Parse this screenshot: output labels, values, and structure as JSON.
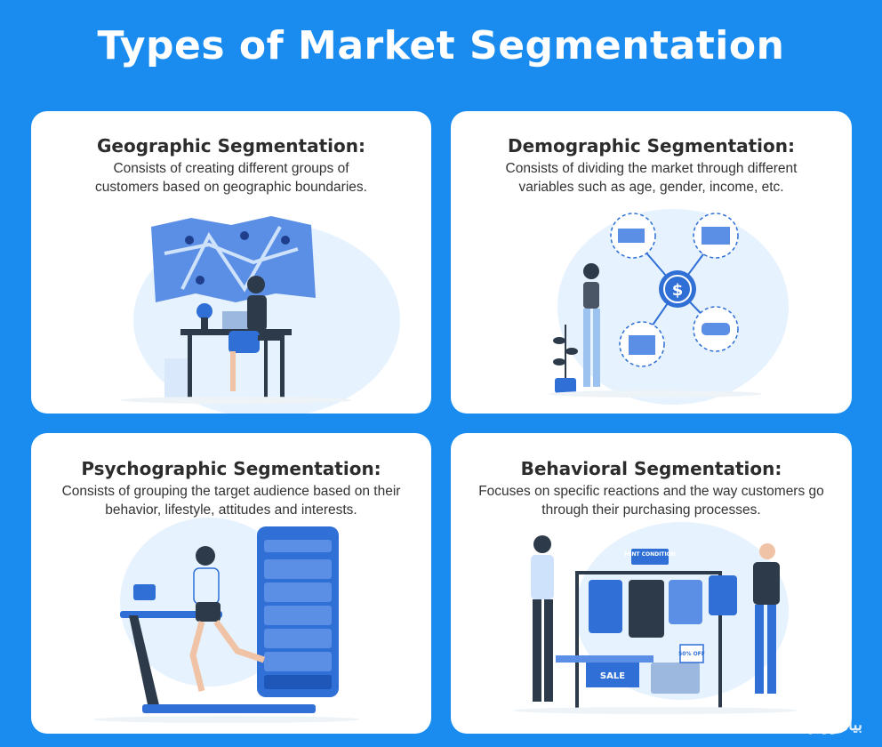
{
  "title": "Types of Market Segmentation",
  "cards": [
    {
      "heading": "Geographic Segmentation:",
      "description": "Consists of creating different groups of customers based on geographic boundaries."
    },
    {
      "heading": "Demographic Segmentation:",
      "description": "Consists of dividing the market through different variables such as age, gender, income, etc.",
      "illustration": {
        "center_icon": "$"
      }
    },
    {
      "heading": "Psychographic Segmentation:",
      "description": "Consists of grouping the target audience based on their behavior, lifestyle, attitudes and interests."
    },
    {
      "heading": "Behavioral Segmentation:",
      "description": "Focuses on specific reactions and the way customers go through their purchasing processes.",
      "illustration": {
        "sign": "MINT CONDITION",
        "tag": "50% OFF",
        "sale": "SALE"
      }
    }
  ],
  "watermark": "بیاموزیم",
  "colors": {
    "background": "#1a8cf0",
    "accent": "#2f6fd6",
    "light_blue": "#e6f2fd"
  }
}
